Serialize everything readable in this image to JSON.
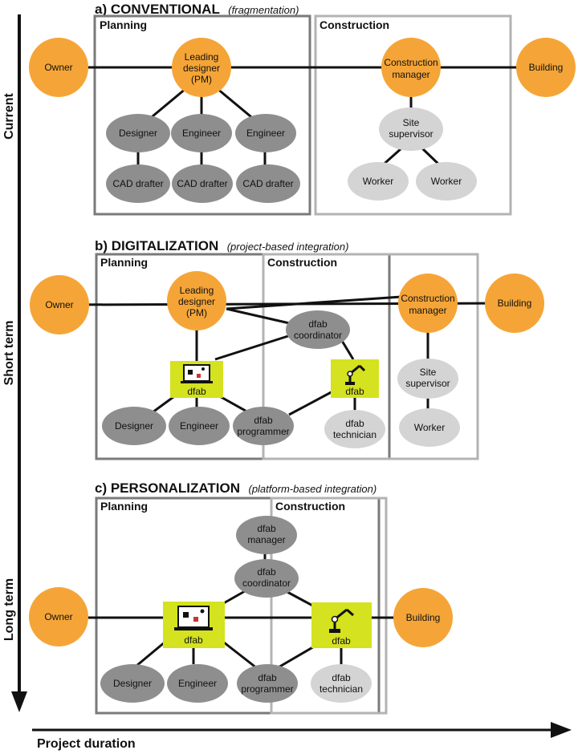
{
  "axes": {
    "vertical_labels": [
      "Current",
      "Short term",
      "Long term"
    ],
    "horizontal_label": "Project duration"
  },
  "sections": {
    "a": {
      "title": "a) CONVENTIONAL",
      "subtitle": "(fragmentation)",
      "planning": "Planning",
      "construction": "Construction",
      "nodes": {
        "owner": "Owner",
        "pm": [
          "Leading",
          "designer",
          "(PM)"
        ],
        "designer": "Designer",
        "engineer1": "Engineer",
        "engineer2": "Engineer",
        "cad1": "CAD drafter",
        "cad2": "CAD drafter",
        "cad3": "CAD drafter",
        "cm": [
          "Construction",
          "manager"
        ],
        "site": [
          "Site",
          "supervisor"
        ],
        "worker1": "Worker",
        "worker2": "Worker",
        "building": "Building"
      }
    },
    "b": {
      "title": "b) DIGITALIZATION",
      "subtitle": "(project-based integration)",
      "planning": "Planning",
      "construction": "Construction",
      "nodes": {
        "owner": "Owner",
        "pm": [
          "Leading",
          "designer",
          "(PM)"
        ],
        "coord": [
          "dfab",
          "coordinator"
        ],
        "dfab_pc": "dfab",
        "dfab_robot": "dfab",
        "designer": "Designer",
        "engineer": "Engineer",
        "programmer": [
          "dfab",
          "programmer"
        ],
        "technician": [
          "dfab",
          "technician"
        ],
        "cm": [
          "Construction",
          "manager"
        ],
        "site": [
          "Site",
          "supervisor"
        ],
        "worker": "Worker",
        "building": "Building"
      }
    },
    "c": {
      "title": "c) PERSONALIZATION",
      "subtitle": "(platform-based integration)",
      "planning": "Planning",
      "construction": "Construction",
      "nodes": {
        "owner": "Owner",
        "manager": [
          "dfab",
          "manager"
        ],
        "coord": [
          "dfab",
          "coordinator"
        ],
        "dfab_pc": "dfab",
        "dfab_robot": "dfab",
        "designer": "Designer",
        "engineer": "Engineer",
        "programmer": [
          "dfab",
          "programmer"
        ],
        "technician": [
          "dfab",
          "technician"
        ],
        "building": "Building"
      }
    }
  },
  "colors": {
    "orange": "#F5A537",
    "dark_gray": "#8E8E8E",
    "light_gray": "#D4D4D4",
    "lime": "#D4E21F",
    "box_dark": "#7A7A7A",
    "box_light": "#B3B3B3",
    "line": "#111111"
  }
}
